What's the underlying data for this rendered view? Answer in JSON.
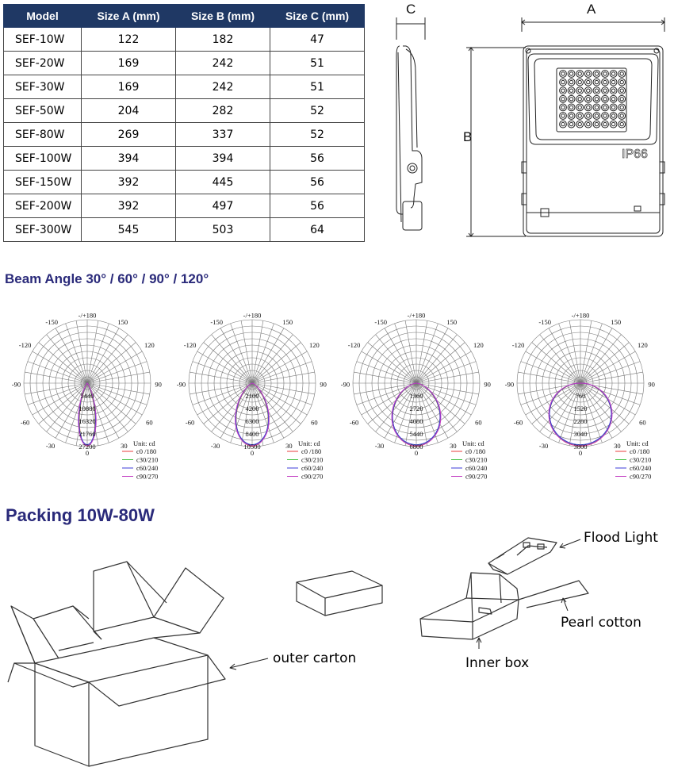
{
  "spec_table": {
    "headers": [
      "Model",
      "Size A (mm)",
      "Size B (mm)",
      "Size C (mm)"
    ],
    "rows": [
      [
        "SEF-10W",
        "122",
        "182",
        "47"
      ],
      [
        "SEF-20W",
        "169",
        "242",
        "51"
      ],
      [
        "SEF-30W",
        "169",
        "242",
        "51"
      ],
      [
        "SEF-50W",
        "204",
        "282",
        "52"
      ],
      [
        "SEF-80W",
        "269",
        "337",
        "52"
      ],
      [
        "SEF-100W",
        "394",
        "394",
        "56"
      ],
      [
        "SEF-150W",
        "392",
        "445",
        "56"
      ],
      [
        "SEF-200W",
        "392",
        "497",
        "56"
      ],
      [
        "SEF-300W",
        "545",
        "503",
        "64"
      ]
    ]
  },
  "dimension_drawing": {
    "label_a": "A",
    "label_b": "B",
    "label_c": "C",
    "badge": "IP66"
  },
  "beam_section": {
    "title": "Beam  Angle  30°  /  60°    /  90°  /  120°"
  },
  "polar_common": {
    "angle_labels": [
      "-/+180",
      "-150",
      "150",
      "-120",
      "120",
      "-90",
      "90",
      "-60",
      "60",
      "-30",
      "30",
      "0"
    ],
    "unit": "Unit: cd",
    "legend": [
      {
        "label": "c0 /180",
        "color": "#e83c3c"
      },
      {
        "label": "c30/210",
        "color": "#3cbf3c"
      },
      {
        "label": "c60/240",
        "color": "#3c3cd8"
      },
      {
        "label": "c90/270",
        "color": "#c23cc2"
      }
    ]
  },
  "polar_charts": [
    {
      "beam": 30,
      "rings": [
        "5440",
        "10880",
        "16320",
        "21760",
        "27200"
      ]
    },
    {
      "beam": 60,
      "rings": [
        "2100",
        "4200",
        "6300",
        "8400",
        "10500"
      ]
    },
    {
      "beam": 90,
      "rings": [
        "1360",
        "2720",
        "4080",
        "5440",
        "6800"
      ]
    },
    {
      "beam": 120,
      "rings": [
        "760",
        "1520",
        "2280",
        "3040",
        "3800"
      ]
    }
  ],
  "packing": {
    "title": "Packing   10W-80W",
    "labels": {
      "outer_carton": "outer carton",
      "flood_light": "Flood Light",
      "pearl_cotton": "Pearl cotton",
      "inner_box": "Inner box"
    }
  }
}
